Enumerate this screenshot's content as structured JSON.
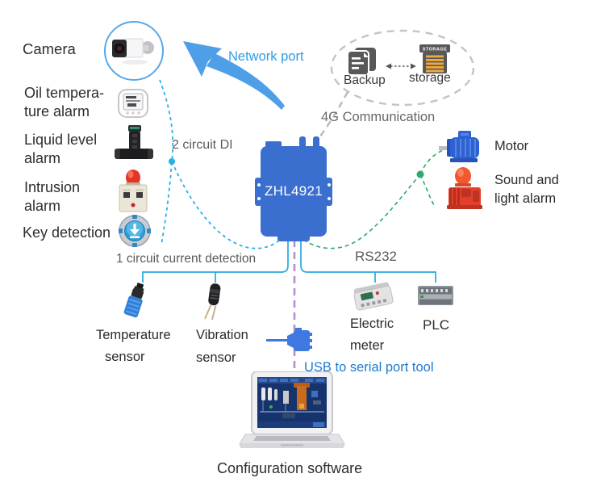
{
  "device": {
    "name": "ZHL4921"
  },
  "labels": {
    "camera": "Camera",
    "oil_line1": "Oil tempera-",
    "oil_line2": "ture alarm",
    "liquid_line1": "Liquid level",
    "liquid_line2": "alarm",
    "intrusion_line1": "Intrusion",
    "intrusion_line2": "alarm",
    "key": "Key detection",
    "di": "2 circuit DI",
    "network_port": "Network port",
    "backup": "Backup",
    "storage": "storage",
    "storage_chip": "STORAGE",
    "fourg": "4G Communication",
    "motor": "Motor",
    "sound_line1": "Sound and",
    "sound_line2": "light alarm",
    "current": "1 circuit current detection",
    "rs232": "RS232",
    "temp_line1": "Temperature",
    "temp_line2": "sensor",
    "vib_line1": "Vibration",
    "vib_line2": "sensor",
    "electric_line1": "Electric",
    "electric_line2": "meter",
    "plc": "PLC",
    "usb": "USB to serial port tool",
    "config": "Configuration software"
  },
  "colors": {
    "device_blue": "#3a6fd0",
    "line_blue_dashed": "#29b0e8",
    "line_blue_solid": "#29a8e0",
    "line_green": "#2fa96d",
    "line_purple": "#b48fd0",
    "line_gray": "#bdbdbd",
    "arrow_blue": "#4f9fe8",
    "network_text": "#2d9ce8",
    "usb_text": "#1d7ad2",
    "gray_label": "#5b5b5e",
    "storage_stripe": "#f2a93b",
    "alarm_red": "#e23523"
  },
  "icons": {
    "camera-icon": "bullet security camera in circle",
    "thermostat-icon": "oil temperature alarm display",
    "liquid-sensor-icon": "liquid level sensor",
    "intrusion-alarm-icon": "box with red beacon",
    "key-detection-icon": "round blue button with down arrow",
    "backup-icon": "stacked documents",
    "storage-icon": "storage drive with stripes",
    "motor-icon": "blue electric motor",
    "siren-icon": "red sound and light siren",
    "temperature-sensor-icon": "blue clip temperature probe",
    "vibration-sensor-icon": "black vibration probe",
    "electric-meter-icon": "gray meter module",
    "plc-icon": "gray PLC module",
    "usb-serial-icon": "blue usb-serial connector",
    "laptop-icon": "laptop running SCADA software"
  }
}
